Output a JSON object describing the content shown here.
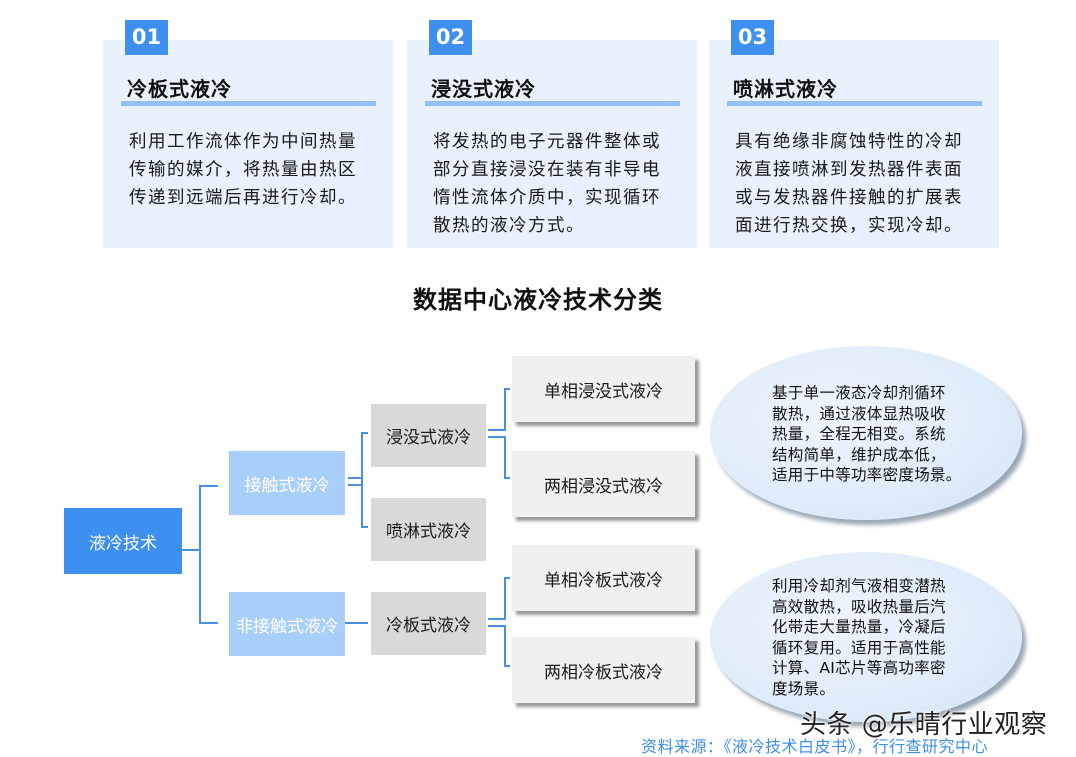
{
  "cards": [
    {
      "number": "01",
      "title": "冷板式液冷",
      "lines": [
        "利用工作流体作为中间热量",
        "传输的媒介，将热量由热区",
        "传递到远端后再进行冷却。"
      ]
    },
    {
      "number": "02",
      "title": "浸没式液冷",
      "lines": [
        "将发热的电子元器件整体或",
        "部分直接浸没在装有非导电",
        "惰性流体介质中，实现循环",
        "散热的液冷方式。"
      ]
    },
    {
      "number": "03",
      "title": "喷淋式液冷",
      "lines": [
        "具有绝缘非腐蚀特性的冷却",
        "液直接喷淋到发热器件表面",
        "或与发热器件接触的扩展表",
        "面进行热交换，实现冷却。"
      ]
    }
  ],
  "diagram": {
    "title": "数据中心液冷技术分类",
    "root": "液冷技术",
    "level1": [
      "接触式液冷",
      "非接触式液冷"
    ],
    "level2": [
      "浸没式液冷",
      "喷淋式液冷",
      "冷板式液冷"
    ],
    "leaves": [
      "单相浸没式液冷",
      "两相浸没式液冷",
      "单相冷板式液冷",
      "两相冷板式液冷"
    ],
    "notes": [
      [
        "基于单一液态冷却剂循环",
        "散热，通过液体显热吸收",
        "热量，全程无相变。系统",
        "结构简单，维护成本低，",
        "适用于中等功率密度场景。"
      ],
      [
        "利用冷却剂气液相变潜热",
        "高效散热，吸收热量后汽",
        "化带走大量热量，冷凝后",
        "循环复用。适用于高性能",
        "计算、AI芯片等高功率密",
        "度场景。"
      ]
    ]
  },
  "watermark": "头条 @乐晴行业观察",
  "source": "资料来源：《液冷技术白皮书》，行行查研究中心",
  "colors": {
    "accent": "#3d8ff0",
    "light_accent": "#a8cffa",
    "card_bg": "#e8f1fc",
    "connector": "#4a90e2"
  }
}
